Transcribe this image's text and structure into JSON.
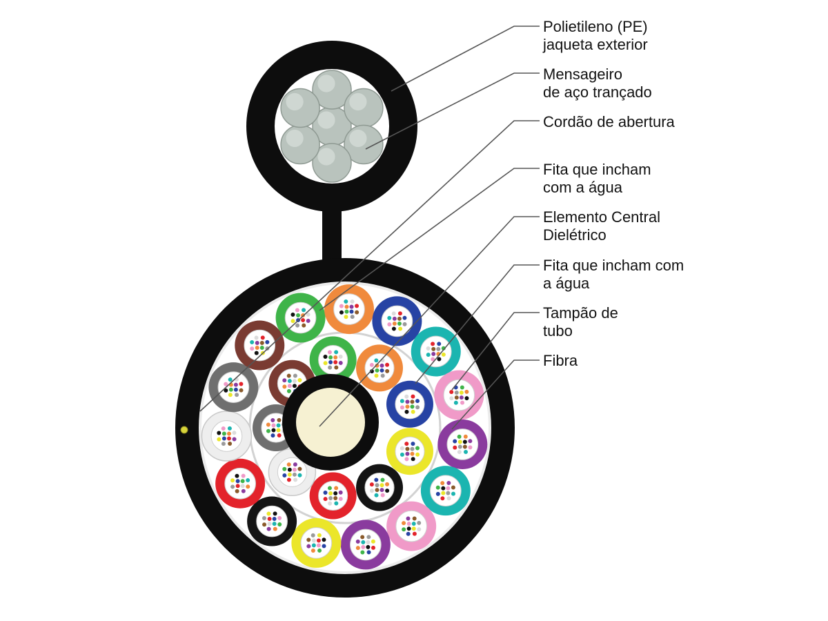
{
  "labels": [
    {
      "id": "pe-jacket",
      "lines": [
        "Polietileno (PE)",
        "jaqueta exterior"
      ]
    },
    {
      "id": "steel-messenger",
      "lines": [
        "Mensageiro",
        "de aço trançado"
      ]
    },
    {
      "id": "ripcord",
      "lines": [
        "Cordão de abertura"
      ]
    },
    {
      "id": "water-tape-1",
      "lines": [
        "Fita que incham",
        "com a água"
      ]
    },
    {
      "id": "central-member",
      "lines": [
        "Elemento Central",
        "Dielétrico"
      ]
    },
    {
      "id": "water-tape-2",
      "lines": [
        "Fita que incham com",
        "a água"
      ]
    },
    {
      "id": "tube-cap",
      "lines": [
        "Tampão de",
        "tubo"
      ]
    },
    {
      "id": "fiber",
      "lines": [
        "Fibra"
      ]
    }
  ],
  "colors": {
    "jacket": "#0d0d0d",
    "steel": "#b9c3bd",
    "filler": "#ffffff",
    "central_core": "#f6f1d2",
    "tube_colors": {
      "green": "#3fb449",
      "orange": "#f08a3c",
      "blue": "#2743a4",
      "teal": "#1bb5b0",
      "pink": "#f09ac8",
      "purple": "#8a3b9e",
      "brown": "#7a3b32",
      "gray": "#6f6f6f",
      "white": "#eeeeee",
      "red": "#e3232b",
      "black": "#141414",
      "yellow": "#ebe62a"
    },
    "fiber_colors": [
      "#e3232b",
      "#2743a4",
      "#3fb449",
      "#f08a3c",
      "#8a3b9e",
      "#8a5a2b",
      "#9a9a9a",
      "#ebe62a",
      "#111111",
      "#f09ac8",
      "#1bb5b0",
      "#dcdcdc"
    ]
  },
  "tubes": [
    {
      "ring": "outer",
      "color": "green"
    },
    {
      "ring": "outer",
      "color": "orange"
    },
    {
      "ring": "outer",
      "color": "blue"
    },
    {
      "ring": "outer",
      "color": "teal"
    },
    {
      "ring": "outer",
      "color": "pink"
    },
    {
      "ring": "outer",
      "color": "purple"
    },
    {
      "ring": "outer",
      "color": "teal"
    },
    {
      "ring": "outer",
      "color": "pink"
    },
    {
      "ring": "outer",
      "color": "purple"
    },
    {
      "ring": "outer",
      "color": "yellow"
    },
    {
      "ring": "outer",
      "color": "black"
    },
    {
      "ring": "outer",
      "color": "red"
    },
    {
      "ring": "outer",
      "color": "white"
    },
    {
      "ring": "outer",
      "color": "gray"
    },
    {
      "ring": "outer",
      "color": "brown"
    },
    {
      "ring": "inner",
      "color": "green"
    },
    {
      "ring": "inner",
      "color": "orange"
    },
    {
      "ring": "inner",
      "color": "blue"
    },
    {
      "ring": "inner",
      "color": "yellow"
    },
    {
      "ring": "inner",
      "color": "black"
    },
    {
      "ring": "inner",
      "color": "red"
    },
    {
      "ring": "inner",
      "color": "white"
    },
    {
      "ring": "inner",
      "color": "gray"
    },
    {
      "ring": "inner",
      "color": "brown"
    }
  ]
}
